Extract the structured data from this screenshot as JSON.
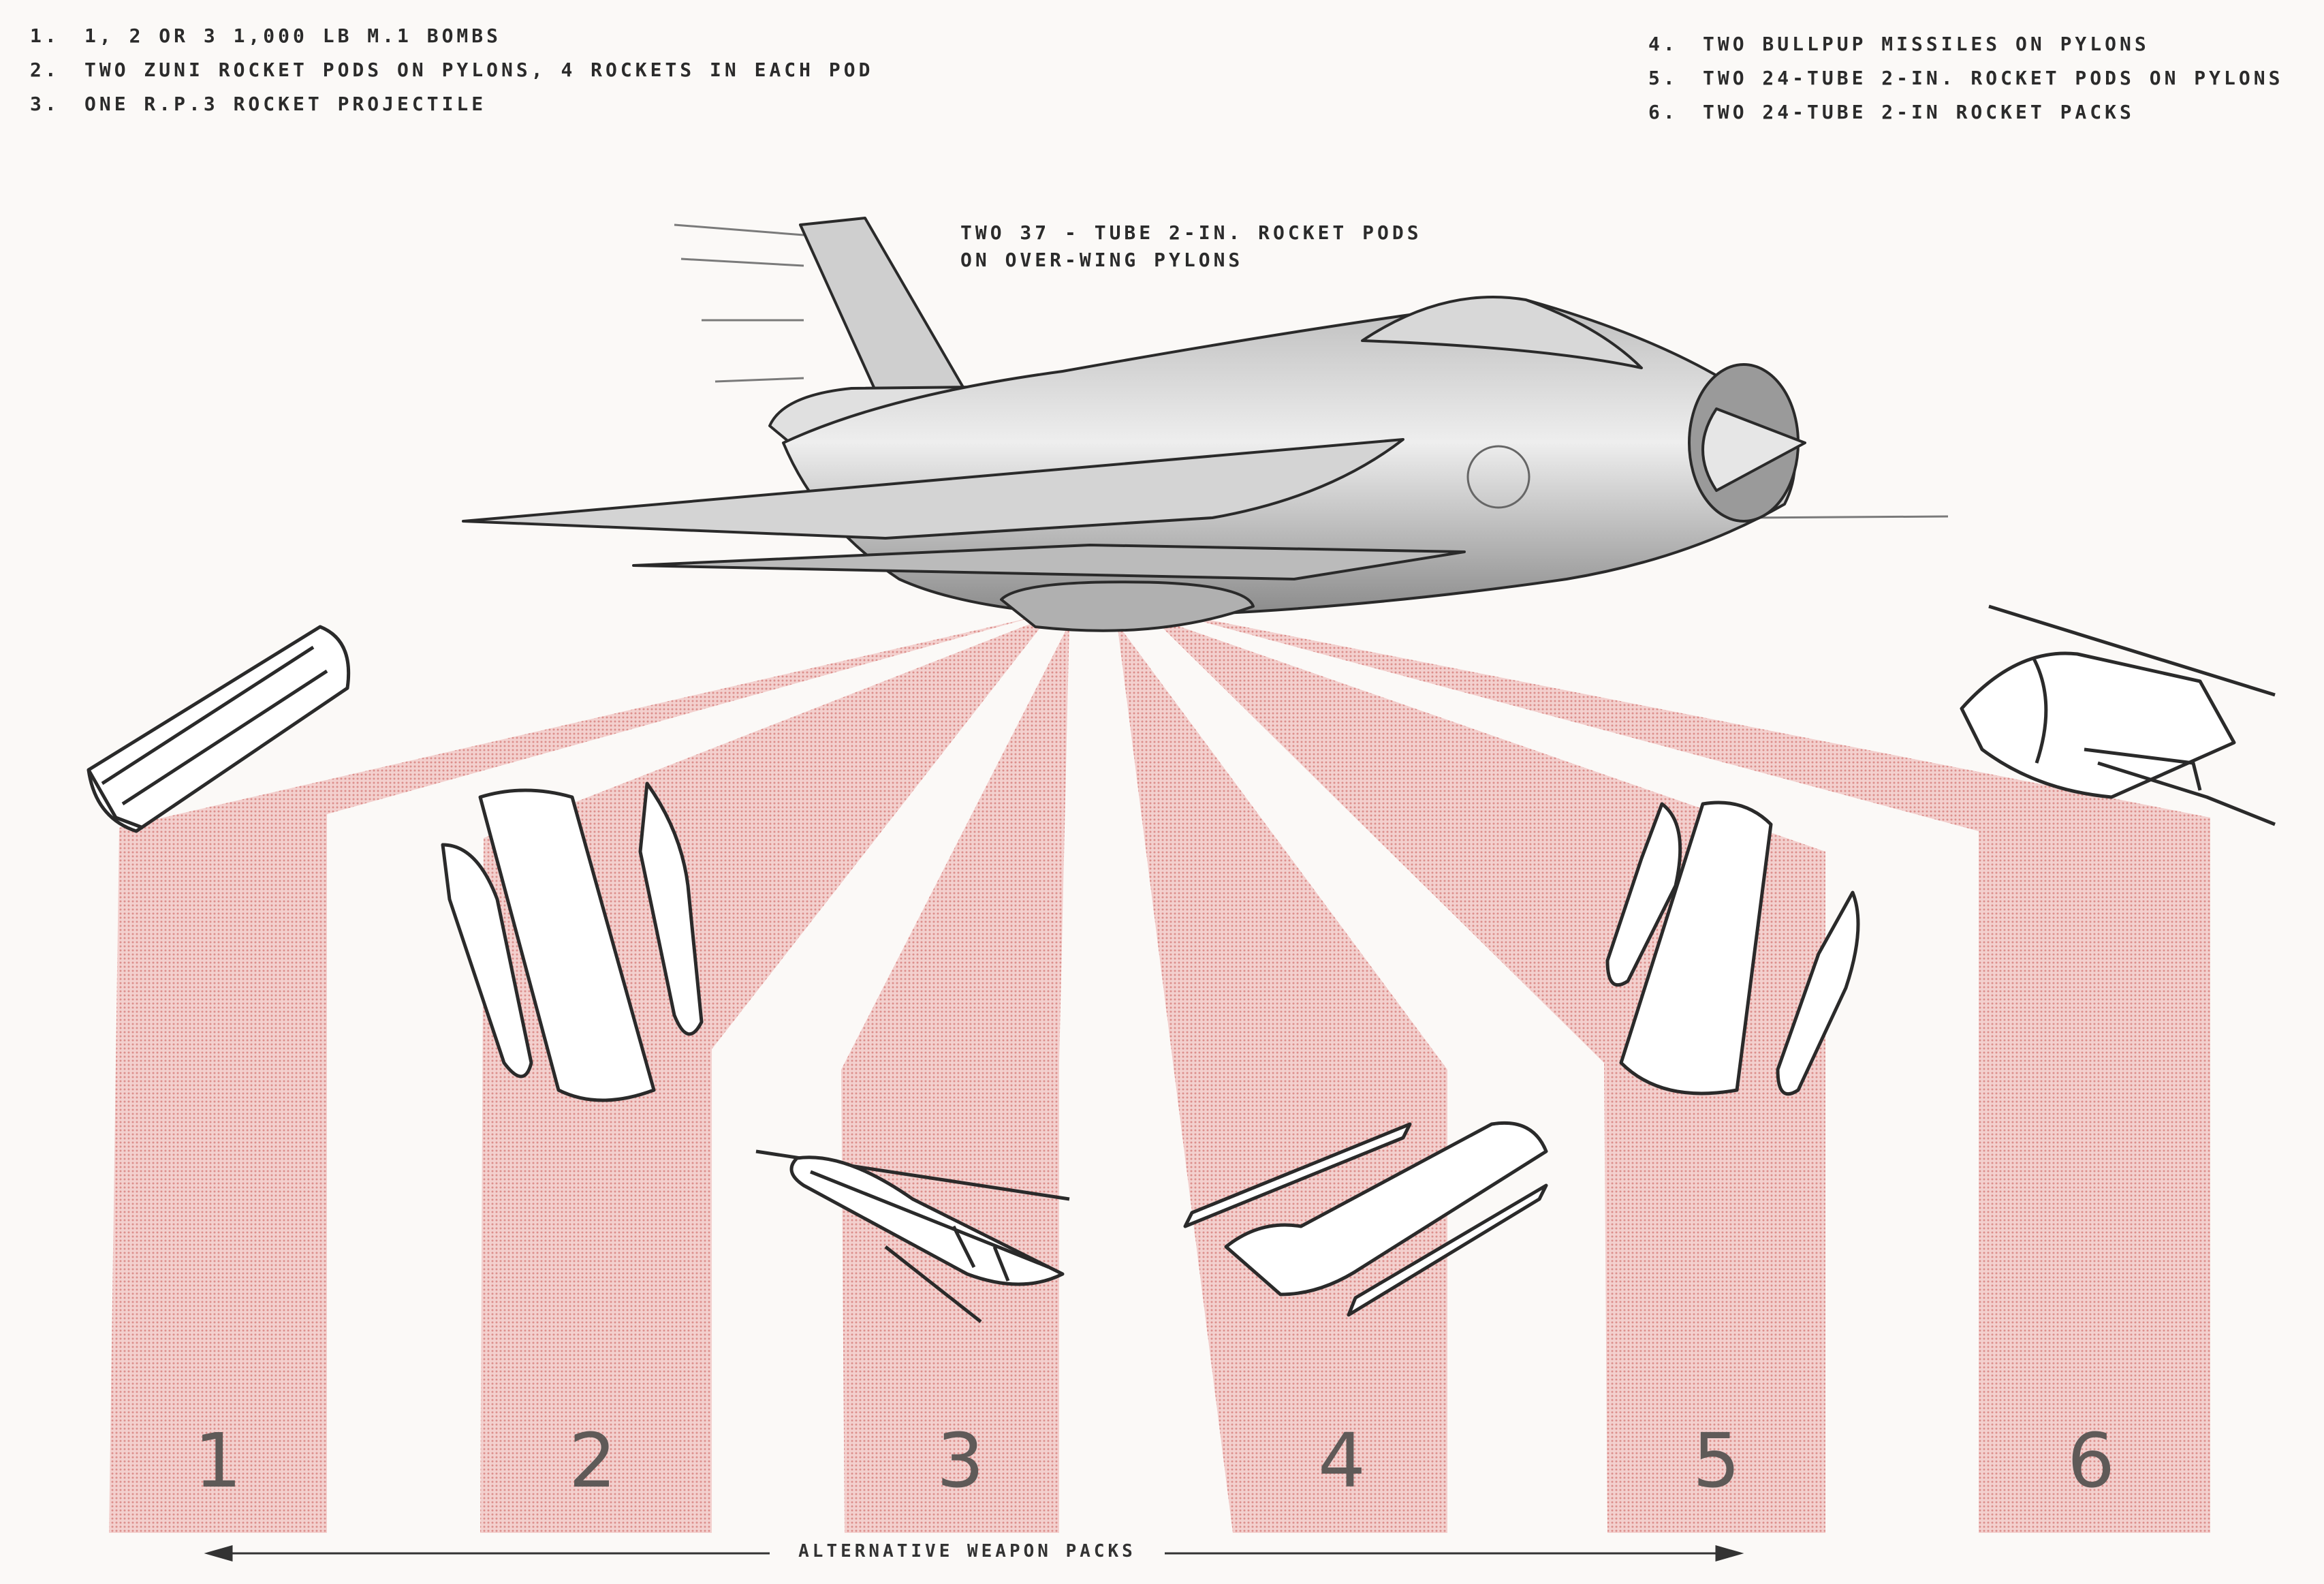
{
  "legend_left": [
    {
      "num": "1.",
      "text": "1, 2 OR 3 1,000 LB M.1 BOMBS"
    },
    {
      "num": "2.",
      "text": "TWO ZUNI ROCKET PODS ON PYLONS, 4 ROCKETS IN EACH POD"
    },
    {
      "num": "3.",
      "text": "ONE R.P.3 ROCKET PROJECTILE"
    }
  ],
  "legend_right": [
    {
      "num": "4.",
      "text": "TWO BULLPUP MISSILES ON PYLONS"
    },
    {
      "num": "5.",
      "text": "TWO 24-TUBE 2-IN. ROCKET PODS ON PYLONS"
    },
    {
      "num": "6.",
      "text": "TWO 24-TUBE 2-IN ROCKET PACKS"
    }
  ],
  "callout": {
    "line1": "TWO 37 - TUBE 2-IN. ROCKET PODS",
    "line2": "ON OVER-WING PYLONS"
  },
  "panels": [
    "1",
    "2",
    "3",
    "4",
    "5",
    "6"
  ],
  "bottom_label": "ALTERNATIVE WEAPON PACKS",
  "colors": {
    "beam": "#f0c3c1",
    "beam_dark": "#e8aeab",
    "line": "#2a2a2a",
    "paper": "#fbf9f7"
  }
}
